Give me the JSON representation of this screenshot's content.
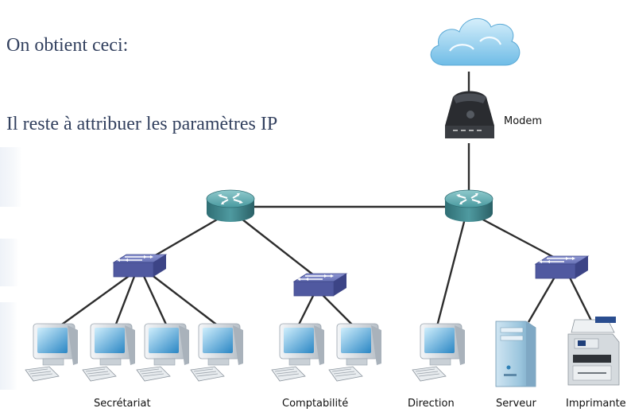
{
  "slide": {
    "line1": "On obtient ceci:",
    "line2": "Il reste à attribuer les paramètres IP"
  },
  "labels": {
    "modem": "Modem",
    "secretariat": "Secrétariat",
    "comptabilite": "Comptabilité",
    "direction": "Direction",
    "serveur": "Serveur",
    "imprimante": "Imprimante"
  },
  "icons": {
    "cloud": "internet-cloud-icon",
    "modem": "modem-icon",
    "router": "router-icon",
    "switch": "switch-icon",
    "pc": "computer-icon",
    "server": "server-icon",
    "printer": "printer-icon"
  },
  "colors": {
    "text": "#33415f",
    "link": "#2d2d2d",
    "router": "#3e8a91",
    "switch": "#5862a8",
    "cloud": "#7fc6ea"
  }
}
